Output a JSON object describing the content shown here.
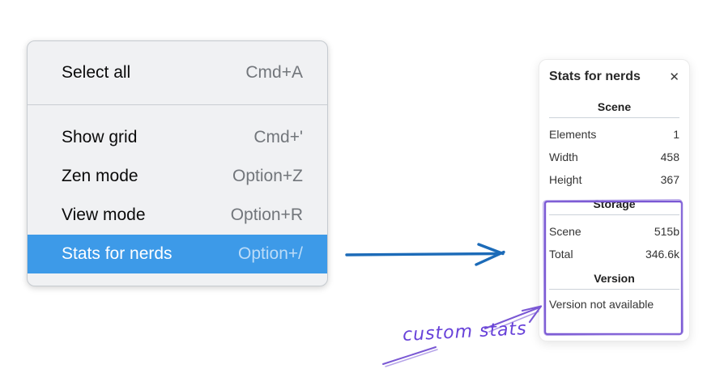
{
  "context_menu": {
    "items": [
      {
        "label": "Select all",
        "shortcut": "Cmd+A",
        "selected": false
      },
      {
        "label": "Show grid",
        "shortcut": "Cmd+'",
        "selected": false
      },
      {
        "label": "Zen mode",
        "shortcut": "Option+Z",
        "selected": false
      },
      {
        "label": "View mode",
        "shortcut": "Option+R",
        "selected": false
      },
      {
        "label": "Stats for nerds",
        "shortcut": "Option+/",
        "selected": true
      }
    ]
  },
  "stats_panel": {
    "title": "Stats for nerds",
    "close_icon": "✕",
    "sections": [
      {
        "heading": "Scene",
        "rows": [
          [
            "Elements",
            "1"
          ],
          [
            "Width",
            "458"
          ],
          [
            "Height",
            "367"
          ]
        ]
      },
      {
        "heading": "Storage",
        "rows": [
          [
            "Scene",
            "515b"
          ],
          [
            "Total",
            "346.6k"
          ]
        ]
      },
      {
        "heading": "Version",
        "note": "Version not available"
      }
    ]
  },
  "annotations": {
    "custom_stats_label": "custom stats"
  },
  "colors": {
    "menu_highlight_blue": "#3d9ae8",
    "menu_background": "#f0f1f3",
    "arrow_blue": "#1c6bb8",
    "annotation_purple": "#6741d9",
    "sketch_purple": "#7a58d4",
    "panel_divider": "#ccd2d9"
  }
}
